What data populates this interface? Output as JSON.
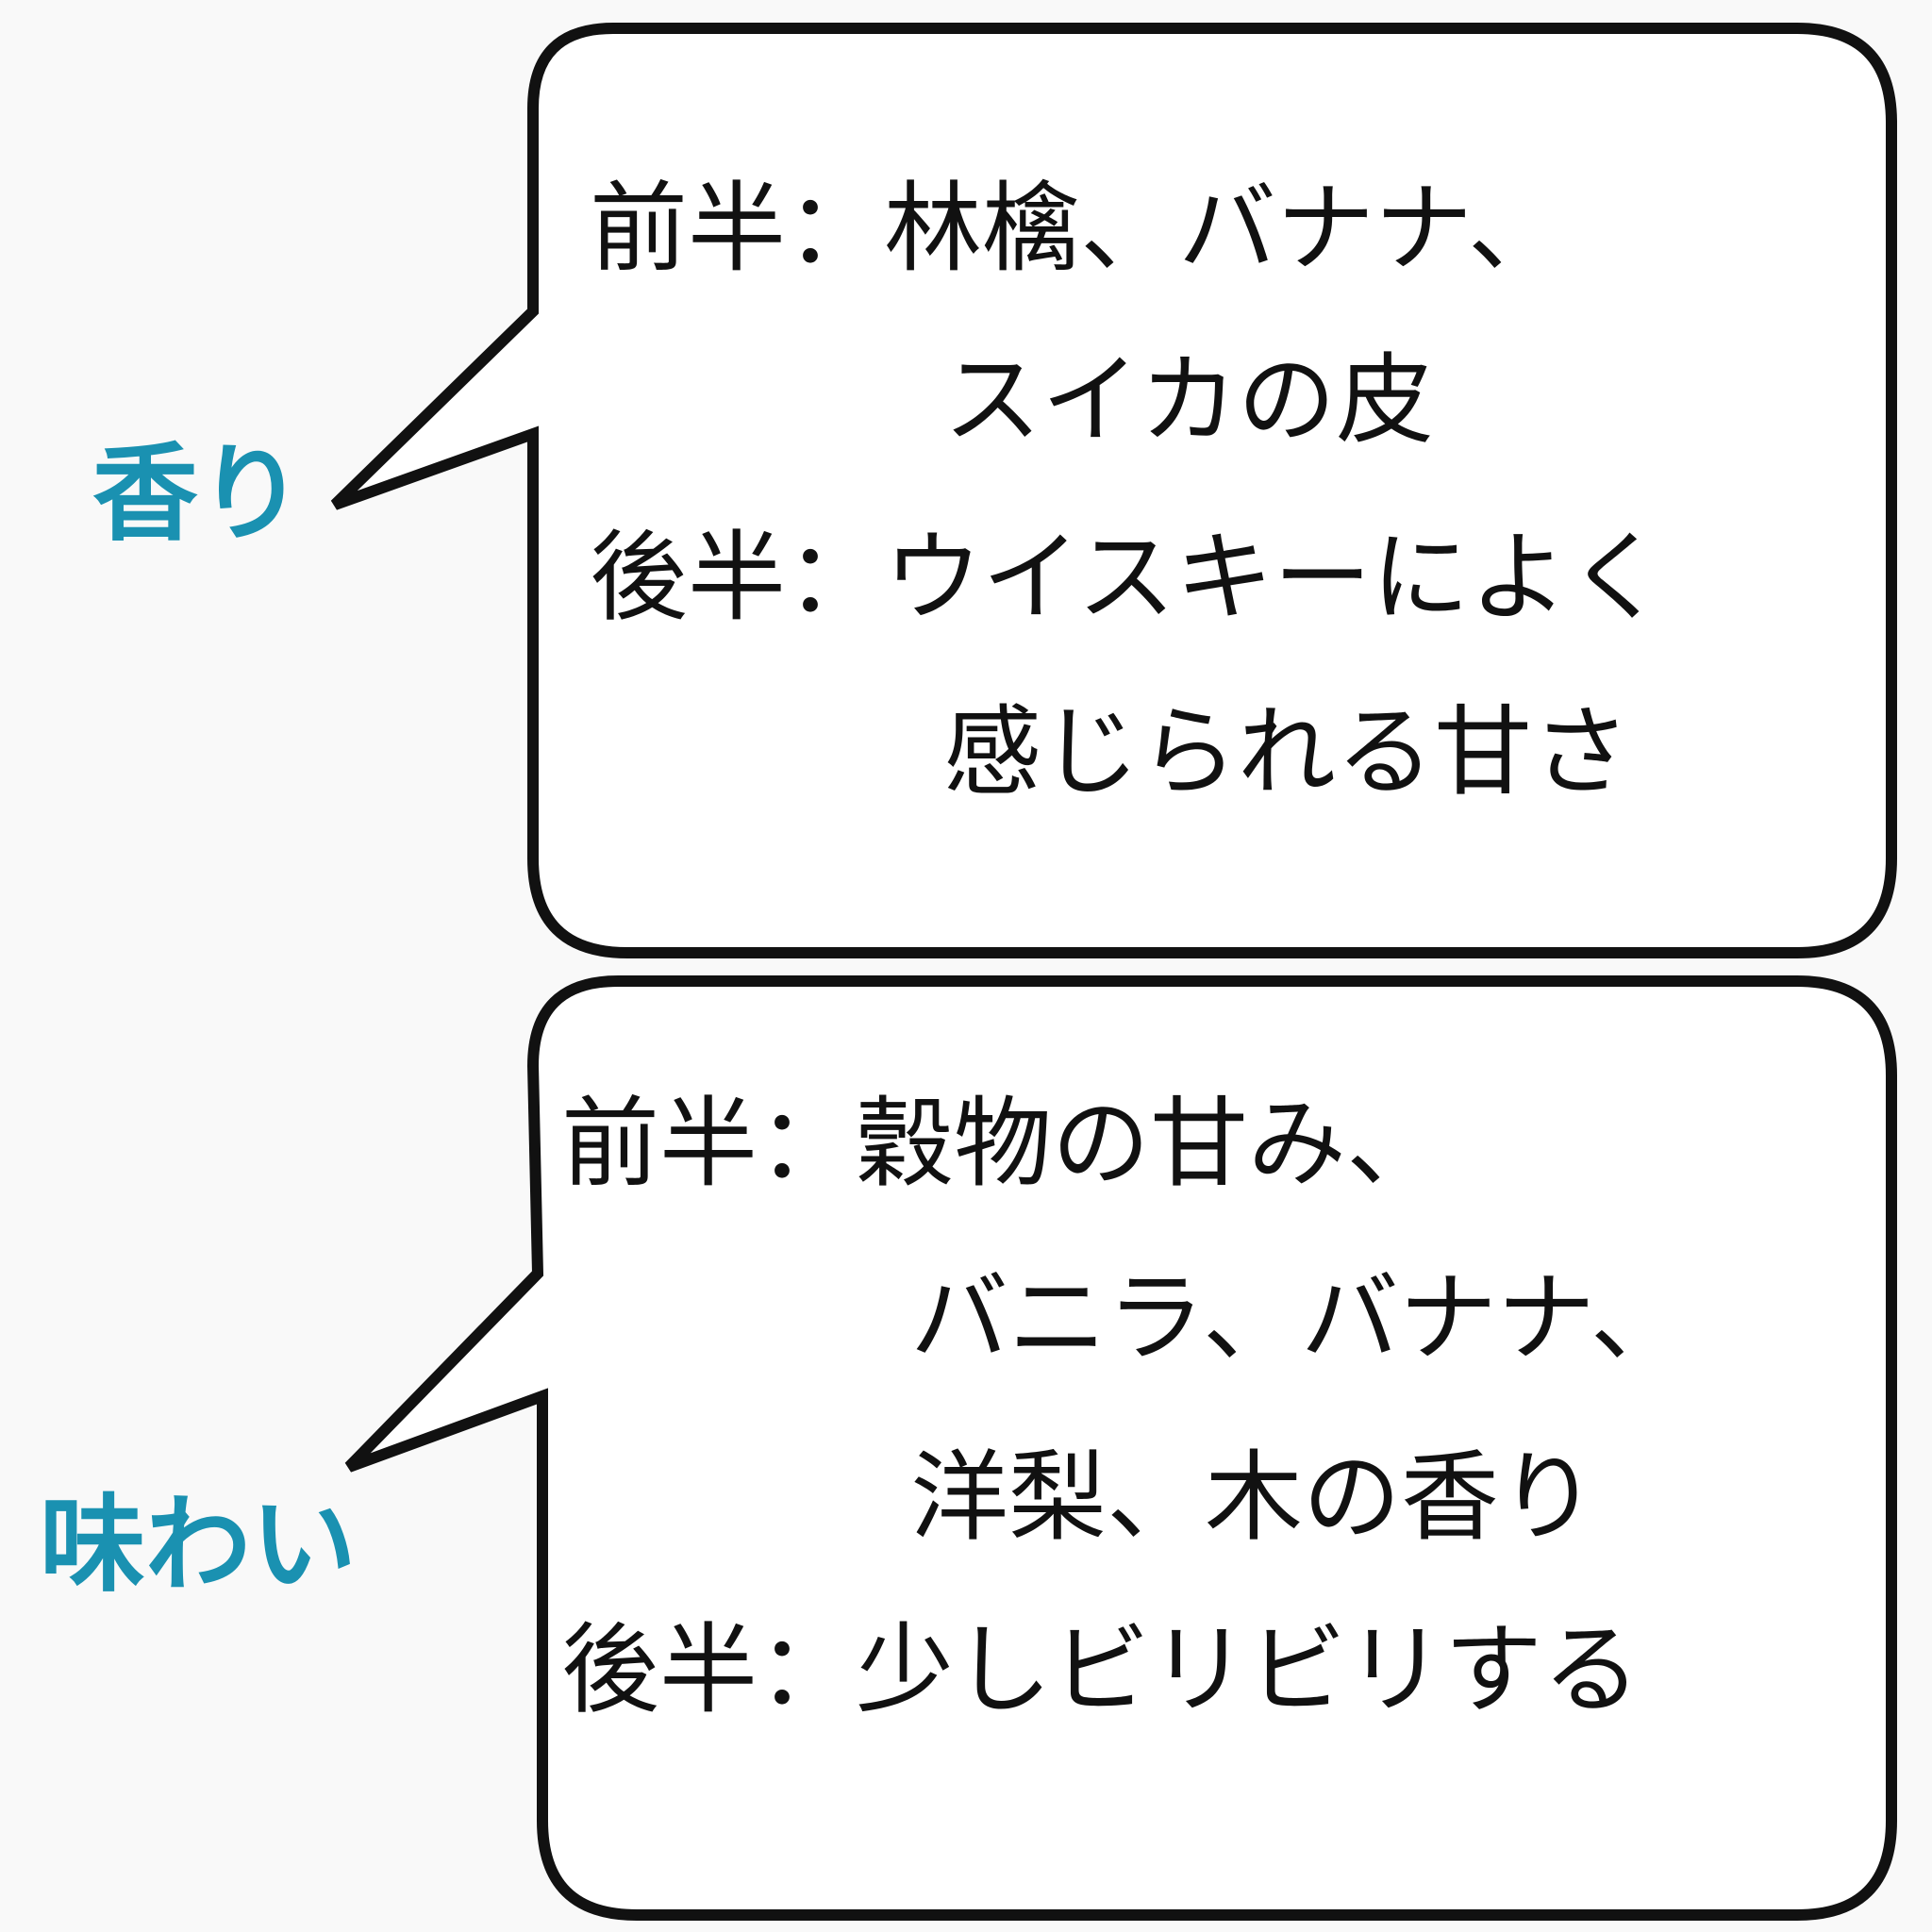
{
  "colors": {
    "accent": "#1a91b1",
    "text": "#111111",
    "bubble_stroke": "#111111",
    "bubble_fill": "#ffffff",
    "background": "#f9f9f9"
  },
  "aroma": {
    "label": "香り",
    "lines": [
      {
        "prefix": "前半：",
        "text": "林檎、バナナ、"
      },
      {
        "prefix": "",
        "text": "スイカの皮"
      },
      {
        "prefix": "後半：",
        "text": "ウイスキーによく"
      },
      {
        "prefix": "",
        "text": "感じられる甘さ"
      }
    ]
  },
  "taste": {
    "label": "味わい",
    "lines": [
      {
        "prefix": "前半：",
        "text": "穀物の甘み、"
      },
      {
        "prefix": "",
        "text": "バニラ、バナナ、"
      },
      {
        "prefix": "",
        "text": "洋梨、木の香り"
      },
      {
        "prefix": "後半：",
        "text": "少しビリビリする"
      }
    ]
  }
}
